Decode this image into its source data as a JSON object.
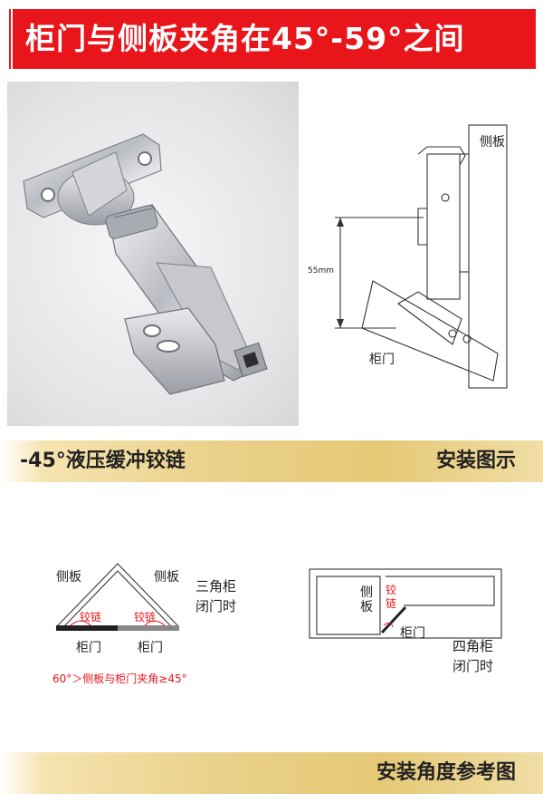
{
  "header": {
    "title": "柜门与侧板夹角在45°-59°之间"
  },
  "diagram_install": {
    "side_panel": "侧板",
    "dimension": "55mm",
    "door": "柜门"
  },
  "bar1": {
    "left": "-45°液压缓冲铰链",
    "right": "安装图示"
  },
  "triangle": {
    "side_left": "侧板",
    "side_right": "侧板",
    "hinge_left": "铰链",
    "hinge_right": "铰链",
    "door_left": "柜门",
    "door_right": "柜门",
    "caption_line1": "三角柜",
    "caption_line2": "闭门时",
    "angle_note": "60°＞侧板与柜门夹角≥45°"
  },
  "square": {
    "side_line1": "侧",
    "side_line2": "板",
    "hinge_line1": "铰",
    "hinge_line2": "链",
    "door": "柜门",
    "caption_line1": "四角柜",
    "caption_line2": "闭门时"
  },
  "bar2": {
    "right": "安装角度参考图"
  }
}
